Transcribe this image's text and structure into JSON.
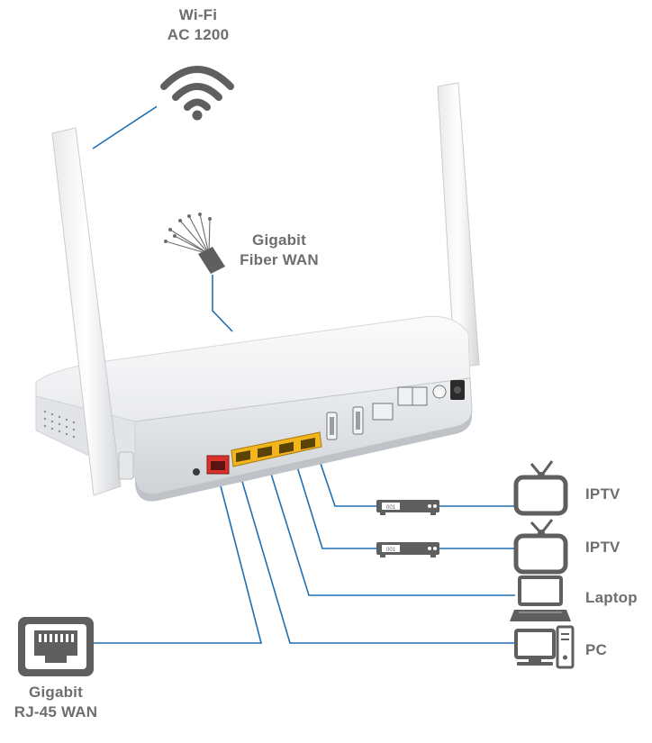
{
  "labels": {
    "wifi_line1": "Wi-Fi",
    "wifi_line2": "AC 1200",
    "fiber_line1": "Gigabit",
    "fiber_line2": "Fiber WAN",
    "rj45_line1": "Gigabit",
    "rj45_line2": "RJ-45 WAN",
    "iptv_1": "IPTV",
    "iptv_2": "IPTV",
    "laptop": "Laptop",
    "pc": "PC",
    "stb_1": "001",
    "stb_2": "001"
  },
  "colors": {
    "connector": "#1f6fb2",
    "icon": "#5f5f5f",
    "label": "#6e6e6e",
    "router_body": "#f1f2f4",
    "lan_port": "#f2b51c",
    "wan_port": "#d9322b"
  },
  "icons": [
    "wifi-icon",
    "fiber-optic-icon",
    "rj45-port-icon",
    "tv-icon",
    "set-top-box-icon",
    "laptop-icon",
    "desktop-pc-icon",
    "router"
  ]
}
